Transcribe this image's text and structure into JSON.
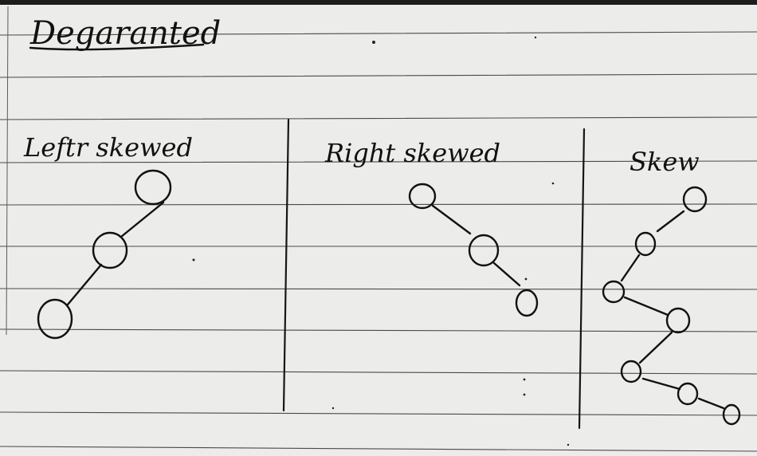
{
  "title": "Degaranted",
  "sections": [
    {
      "heading": "Leftr skewed"
    },
    {
      "heading": "Right skewed"
    },
    {
      "heading": "Skew"
    }
  ],
  "colors": {
    "paper": "#ececea",
    "ink": "#111111",
    "rule": "#4a4a4a"
  }
}
